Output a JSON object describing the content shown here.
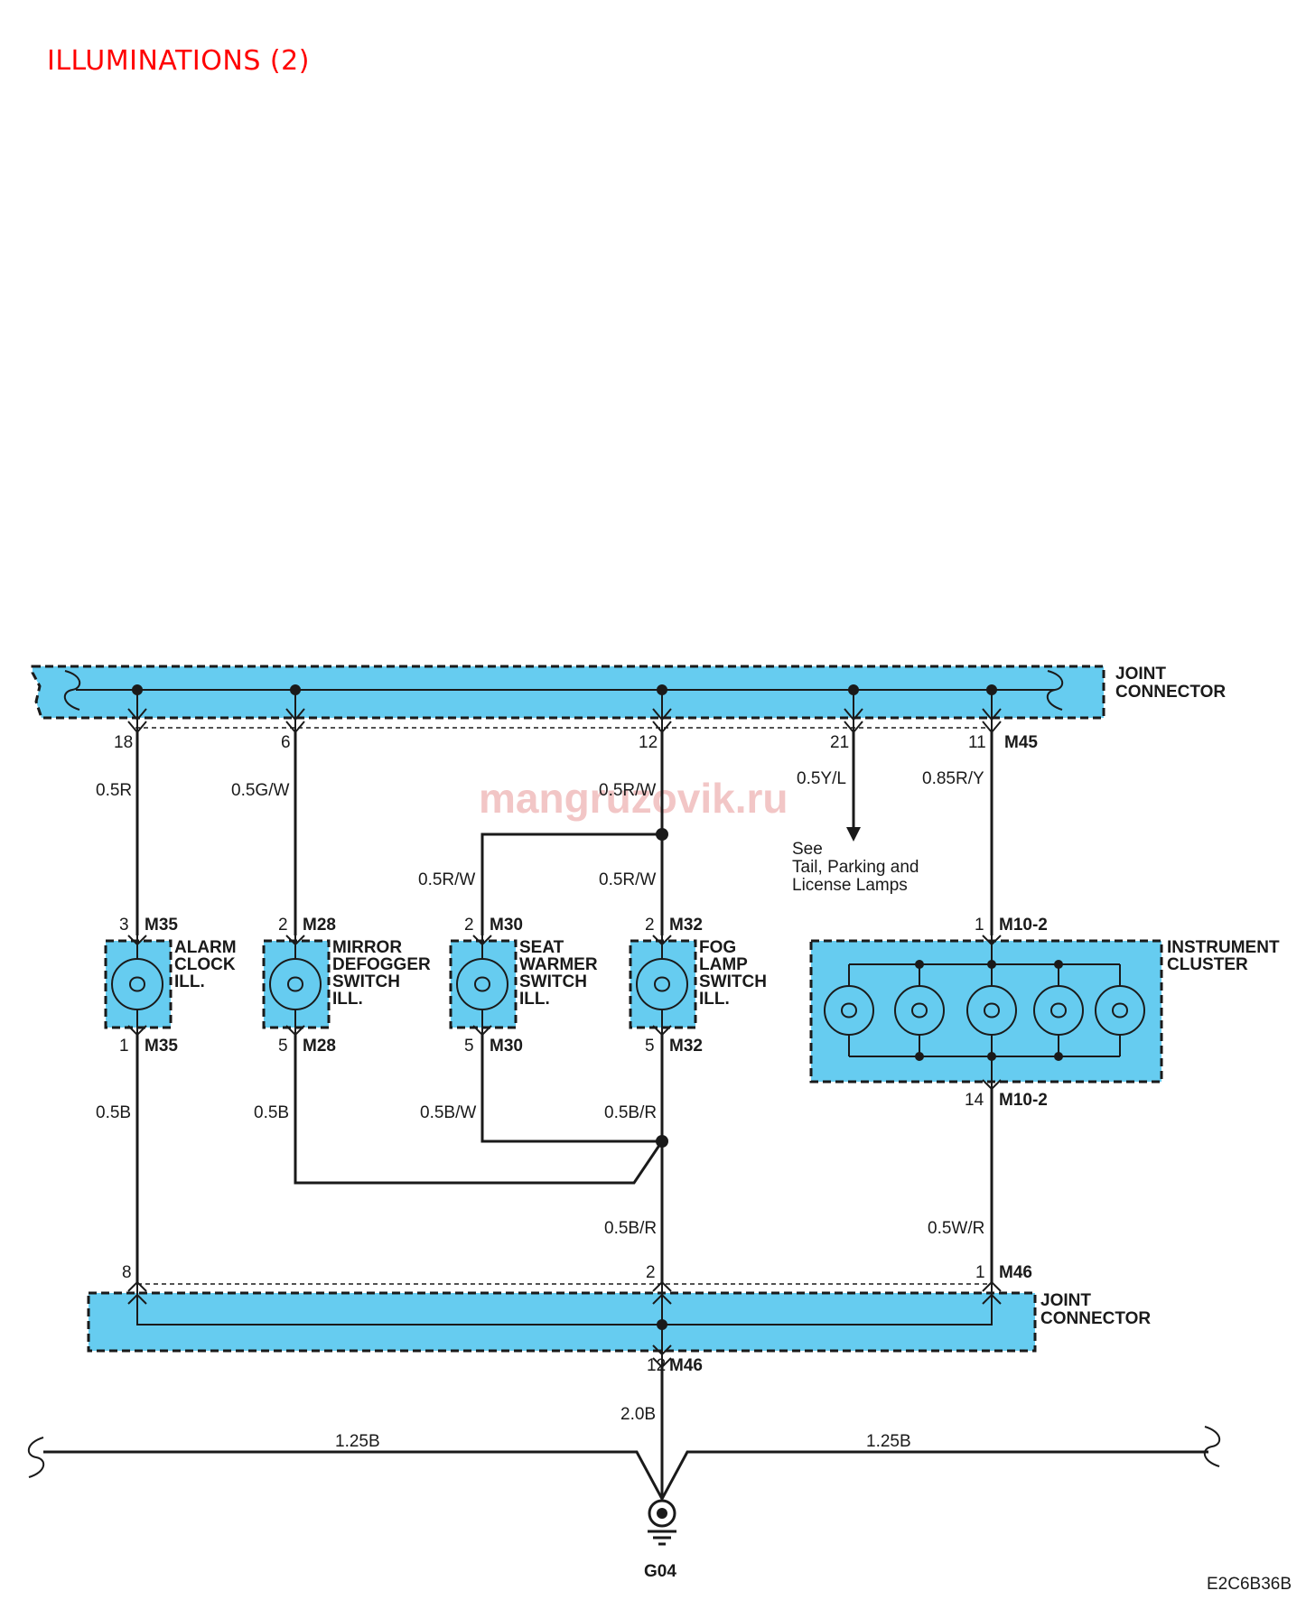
{
  "title": "ILLUMINATIONS (2)",
  "watermark": "mangruzovik.ru",
  "figure_code": "E2C6B36B",
  "top_connector": {
    "label_line1": "JOINT",
    "label_line2": "CONNECTOR",
    "id": "M45"
  },
  "bottom_connector": {
    "label_line1": "JOINT",
    "label_line2": "CONNECTOR",
    "id": "M46"
  },
  "pins_top": [
    "18",
    "6",
    "12",
    "21",
    "11"
  ],
  "pins_bottom": [
    "8",
    "2",
    "1"
  ],
  "wires_upper": {
    "w1": "0.5R",
    "w2": "0.5G/W",
    "w3": "0.5R/W",
    "w4": "0.5Y/L",
    "w5": "0.85R/Y",
    "w6": "0.5R/W",
    "w7": "0.5R/W"
  },
  "wires_lower": {
    "w1": "0.5B",
    "w2": "0.5B",
    "w3": "0.5B/W",
    "w4": "0.5B/R",
    "w5": "0.5B/R",
    "w6": "0.5W/R"
  },
  "see_note": {
    "line1": "See",
    "line2": "Tail, Parking and",
    "line3": "License Lamps"
  },
  "components": {
    "alarm": {
      "pin_top": "3",
      "pin_bottom": "1",
      "conn": "M35",
      "name": [
        "ALARM",
        "CLOCK",
        "ILL."
      ]
    },
    "mirror": {
      "pin_top": "2",
      "pin_bottom": "5",
      "conn": "M28",
      "name": [
        "MIRROR",
        "DEFOGGER",
        "SWITCH",
        "ILL."
      ]
    },
    "seat": {
      "pin_top": "2",
      "pin_bottom": "5",
      "conn": "M30",
      "name": [
        "SEAT",
        "WARMER",
        "SWITCH",
        "ILL."
      ]
    },
    "fog": {
      "pin_top": "2",
      "pin_bottom": "5",
      "conn": "M32",
      "name": [
        "FOG",
        "LAMP",
        "SWITCH",
        "ILL."
      ]
    },
    "cluster": {
      "pin_top": "1",
      "pin_bottom": "14",
      "conn": "M10-2",
      "name": [
        "INSTRUMENT",
        "CLUSTER"
      ]
    }
  },
  "ground": {
    "pin": "12",
    "conn": "M46",
    "wire_main": "2.0B",
    "wire_left": "1.25B",
    "wire_right": "1.25B",
    "id": "G04"
  }
}
